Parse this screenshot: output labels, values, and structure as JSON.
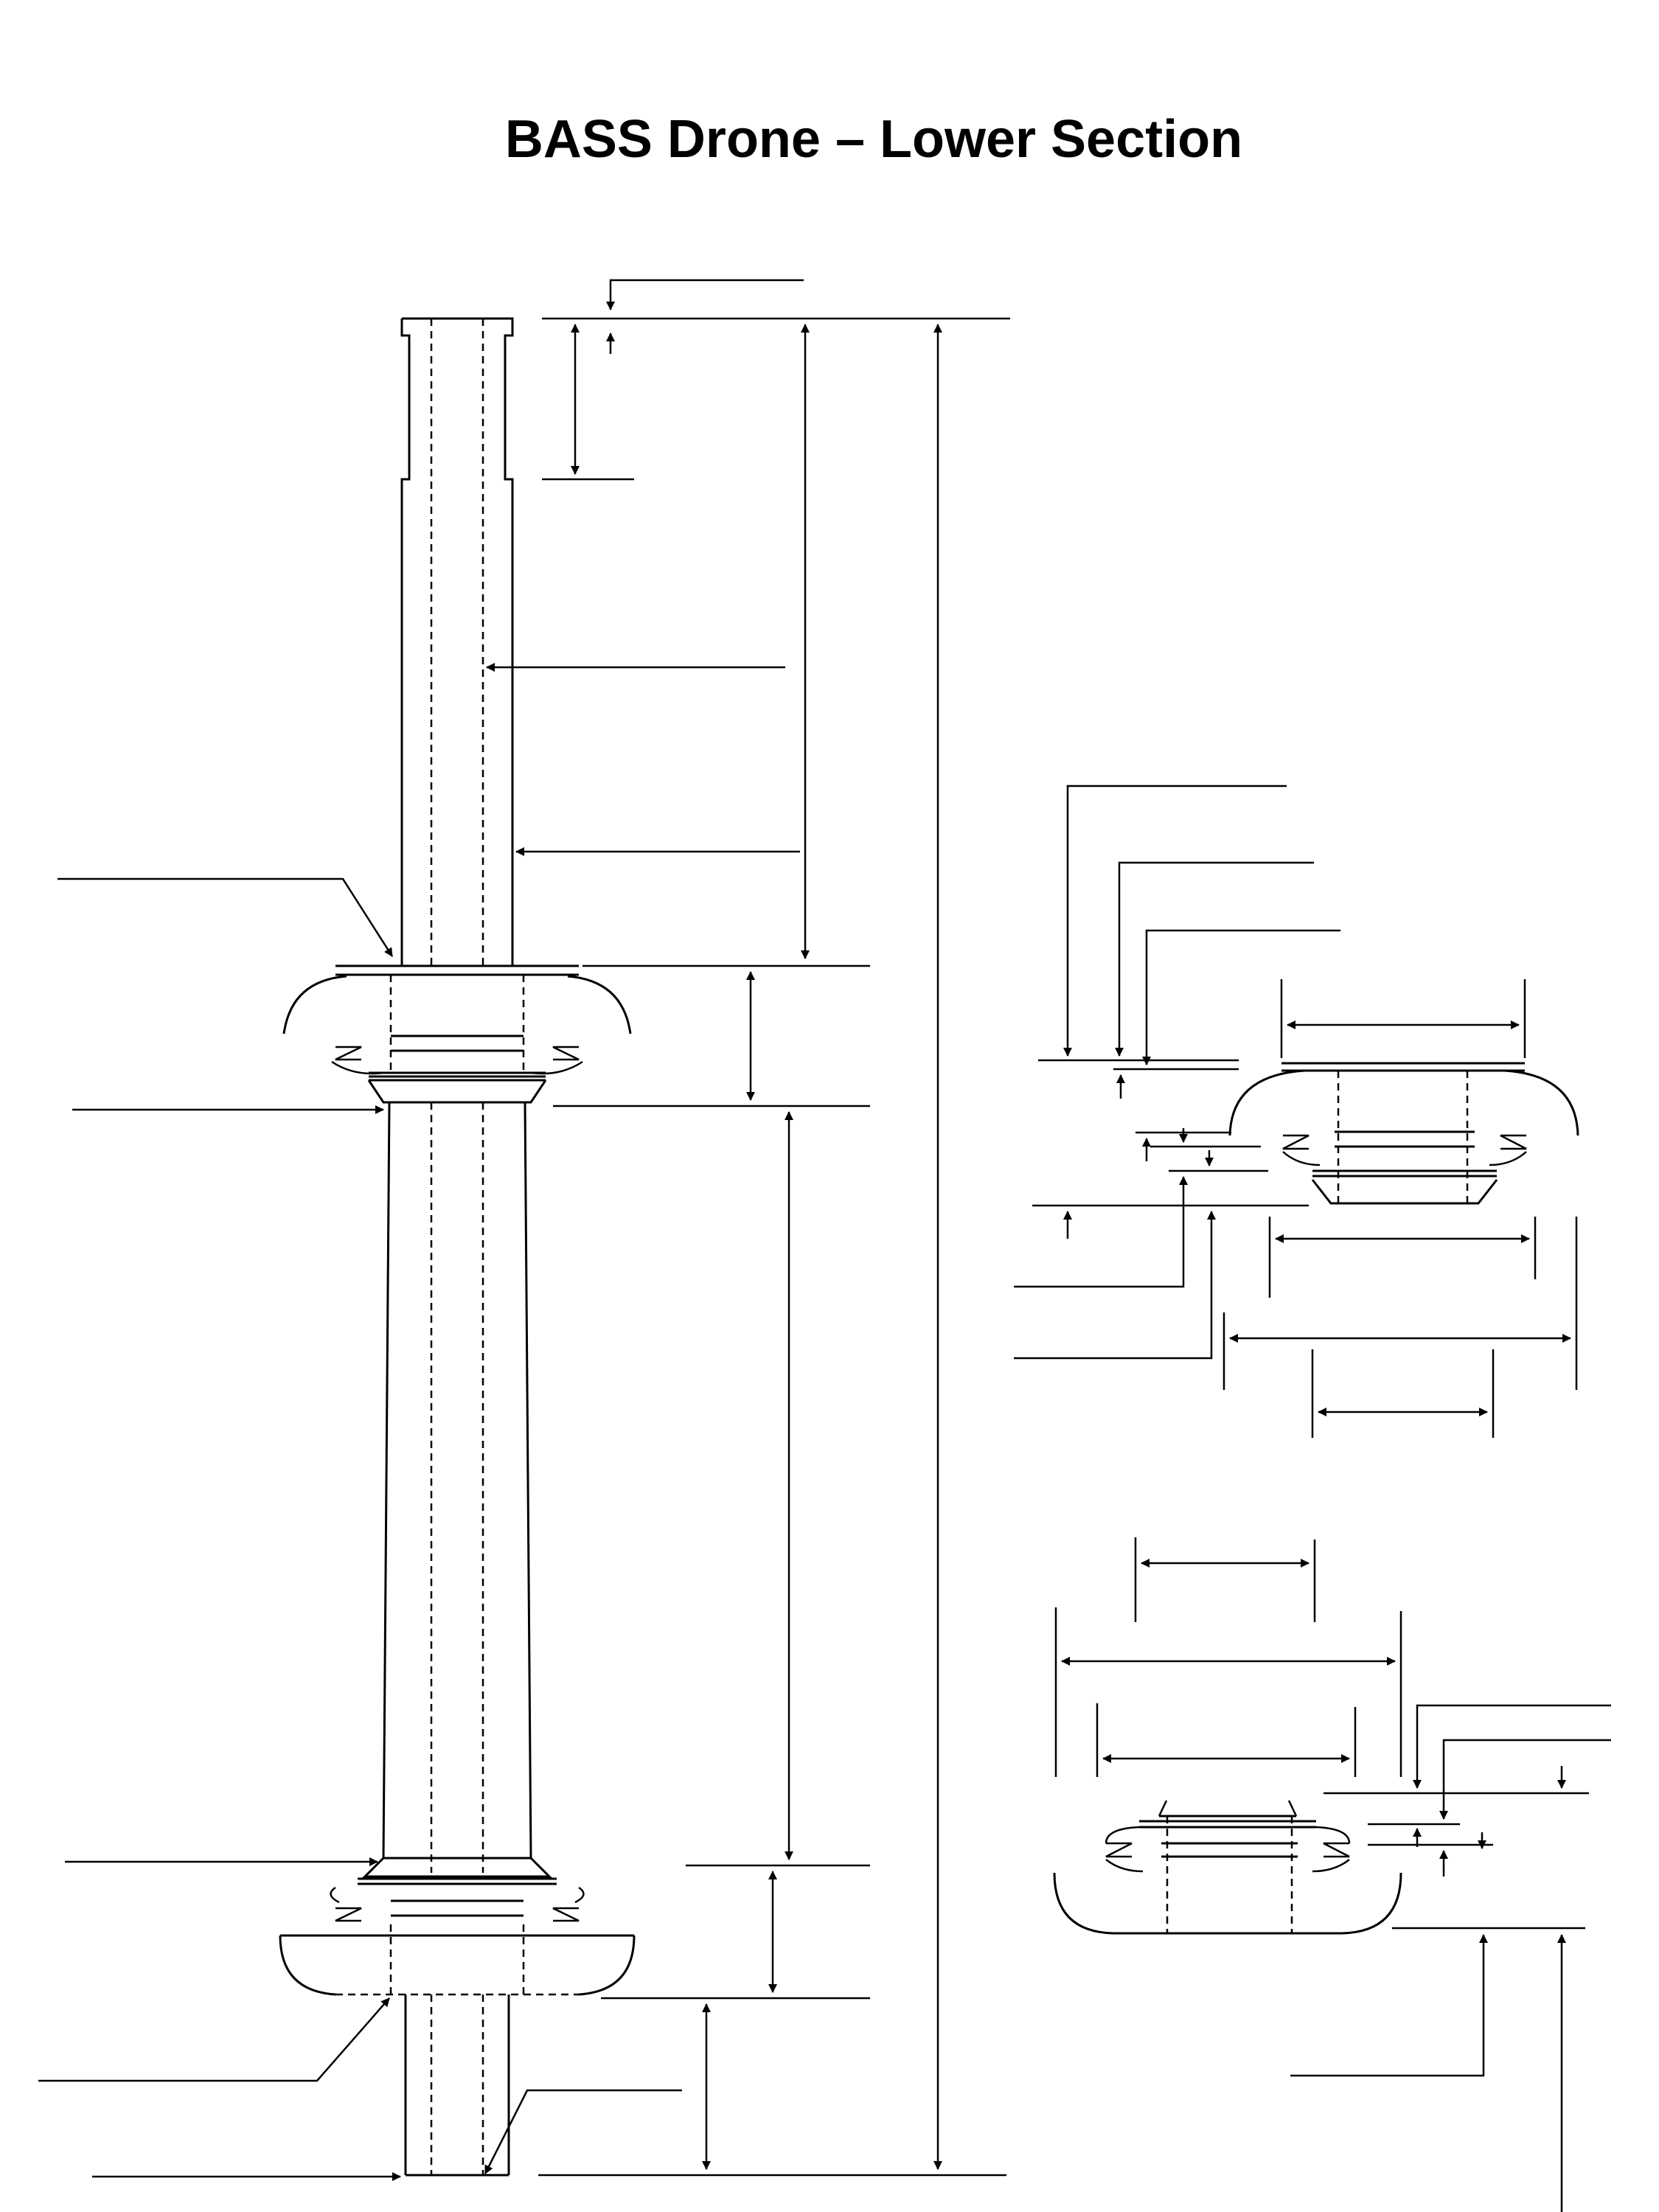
{
  "title": "BASS Drone – Lower Section",
  "colors": {
    "line": "#000000",
    "background": "#ffffff"
  },
  "views": [
    "main-profile",
    "detail-upper-bead",
    "detail-lower-bead"
  ]
}
